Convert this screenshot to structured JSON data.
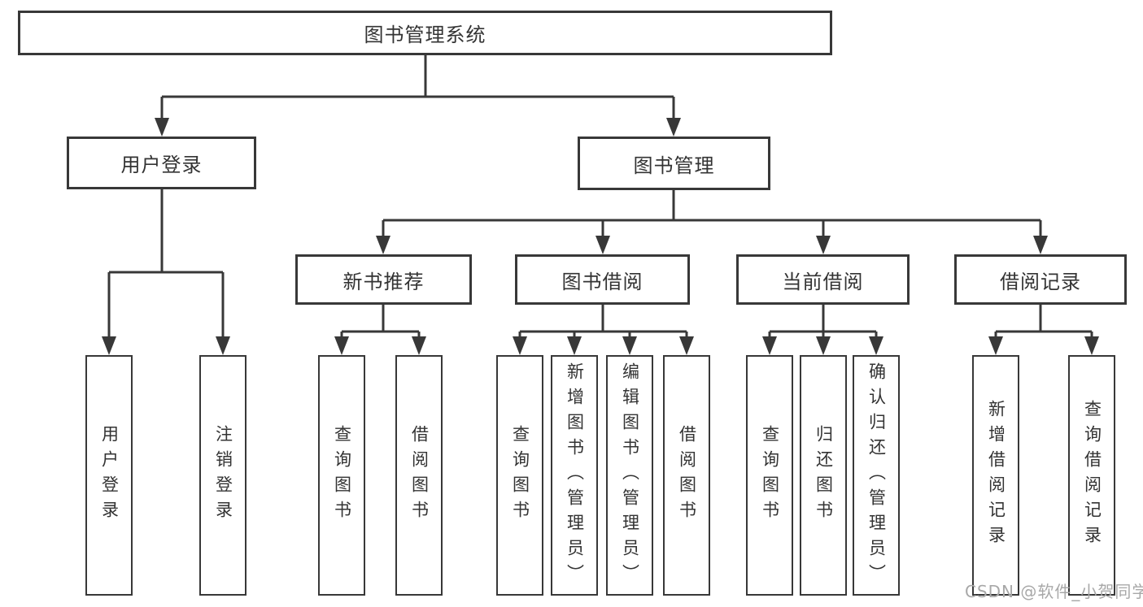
{
  "tree": {
    "root": {
      "label": "图书管理系统"
    },
    "branches": [
      {
        "label": "用户登录",
        "children": [
          {
            "label": "用户登录"
          },
          {
            "label": "注销登录"
          }
        ]
      },
      {
        "label": "图书管理",
        "children": [
          {
            "label": "新书推荐",
            "children": [
              {
                "label": "查询图书"
              },
              {
                "label": "借阅图书"
              }
            ]
          },
          {
            "label": "图书借阅",
            "children": [
              {
                "label": "查询图书"
              },
              {
                "label": "新增图书（管理员）"
              },
              {
                "label": "编辑图书（管理员）"
              },
              {
                "label": "借阅图书"
              }
            ]
          },
          {
            "label": "当前借阅",
            "children": [
              {
                "label": "查询图书"
              },
              {
                "label": "归还图书"
              },
              {
                "label": "确认归还（管理员）"
              }
            ]
          },
          {
            "label": "借阅记录",
            "children": [
              {
                "label": "新增借阅记录"
              },
              {
                "label": "查询借阅记录"
              }
            ]
          }
        ]
      }
    ]
  },
  "watermark": {
    "text": "CSDN @软件_小贺同学"
  },
  "colors": {
    "line": "#383838",
    "box_border": "#383838",
    "text": "#333333",
    "background": "#ffffff",
    "watermark": "#a8a8a8"
  }
}
